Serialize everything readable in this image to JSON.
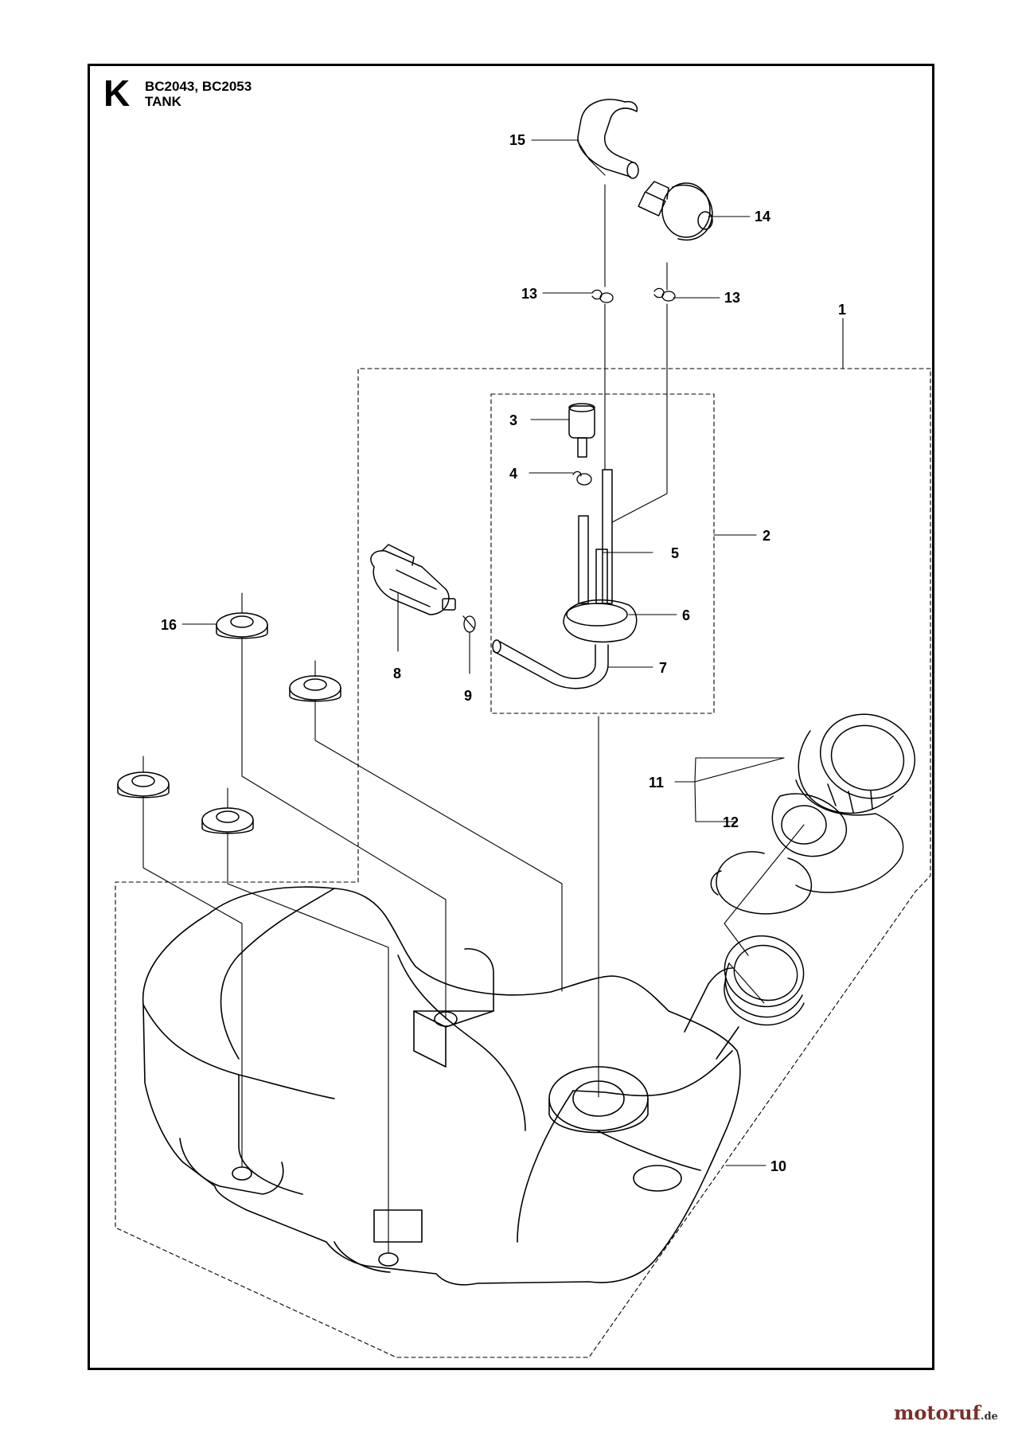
{
  "sheet": {
    "letter": "K",
    "models": "BC2043, BC2053",
    "title": "TANK"
  },
  "callouts": [
    "15",
    "14",
    "13",
    "13",
    "1",
    "3",
    "4",
    "2",
    "5",
    "16",
    "6",
    "8",
    "9",
    "7",
    "11",
    "12",
    "10"
  ],
  "watermark": {
    "brand": "motoruf",
    "suffix": ".de"
  },
  "colors": {
    "line": "#000000",
    "watermark": "#7a2f2a"
  }
}
